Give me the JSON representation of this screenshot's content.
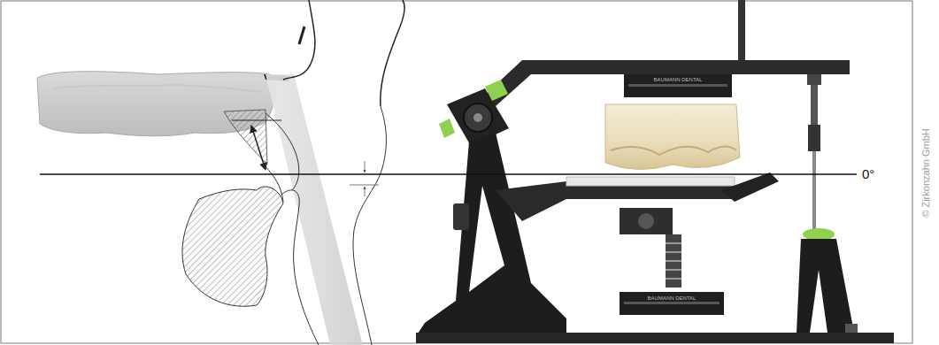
{
  "diagram": {
    "labels": [
      "0°",
      "BAUMANN DENTAL",
      "BAUMANN DENTAL",
      "© Zirkonzahn GmbH"
    ]
  }
}
